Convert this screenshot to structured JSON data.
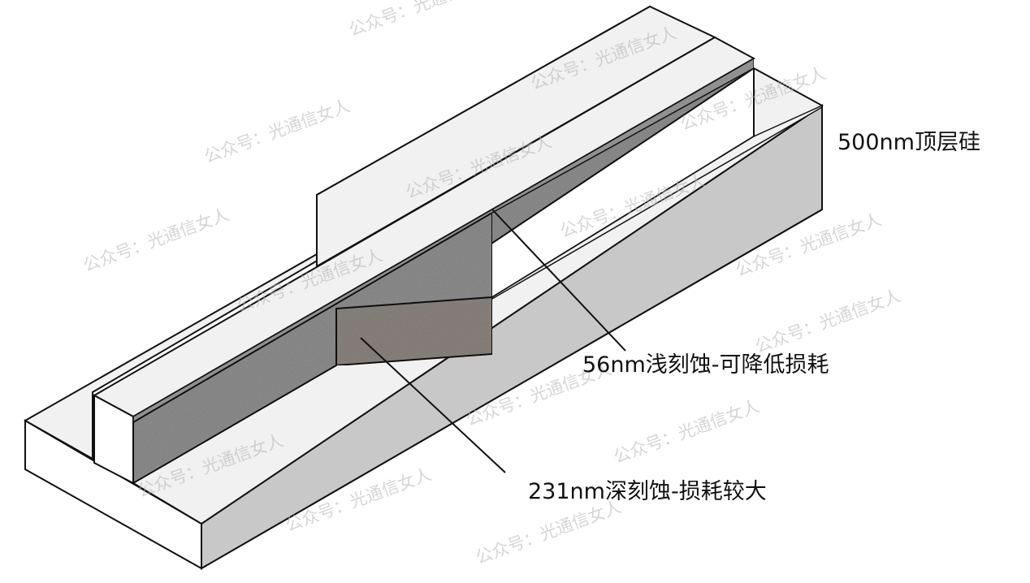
{
  "labels": {
    "top_silicon": "500nm顶层硅",
    "shallow_etch": "56nm浅刻蚀-可降低损耗",
    "deep_etch": "231nm深刻蚀-损耗较大"
  },
  "watermark": {
    "text": "公众号：光通信女人"
  },
  "colors": {
    "top_face": "#f1f1f1",
    "front_face": "#ffffff",
    "right_face": "#c8c8c8",
    "etched": "#8f8f8f",
    "outline": "#111111",
    "leader": "#111111"
  }
}
